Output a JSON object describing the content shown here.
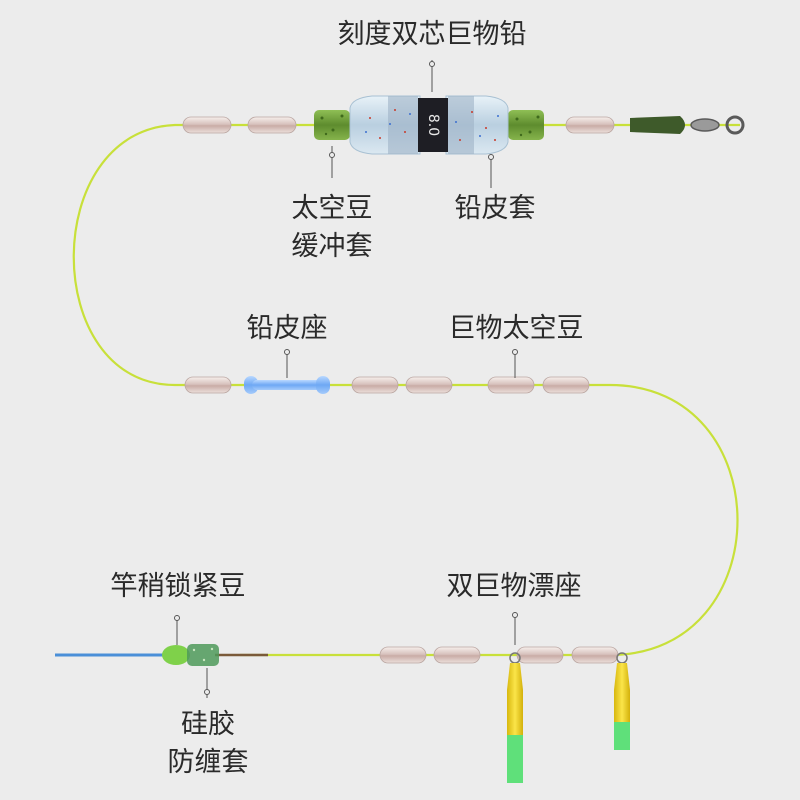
{
  "labels": {
    "top_sinker": "刻度双芯巨物铅",
    "space_bean_buffer_line1": "太空豆",
    "space_bean_buffer_line2": "缓冲套",
    "lead_sleeve": "铅皮套",
    "lead_seat": "铅皮座",
    "giant_space_bean": "巨物太空豆",
    "rod_lock_bean": "竿稍锁紧豆",
    "double_float_seat": "双巨物漂座",
    "silicone_line1": "硅胶",
    "silicone_line2": "防缠套"
  },
  "sinker_mark": "8.0",
  "colors": {
    "background": "#ececec",
    "fishing_line": "#c8e03a",
    "bead_body": "#d9c7c2",
    "lead_seat": "#7fb5f5",
    "buffer_sleeve": "#6b9a3a",
    "float_seat": "#f2d21a",
    "float_tip": "#5fe07a",
    "rod_tip": "#4a8fd8"
  }
}
